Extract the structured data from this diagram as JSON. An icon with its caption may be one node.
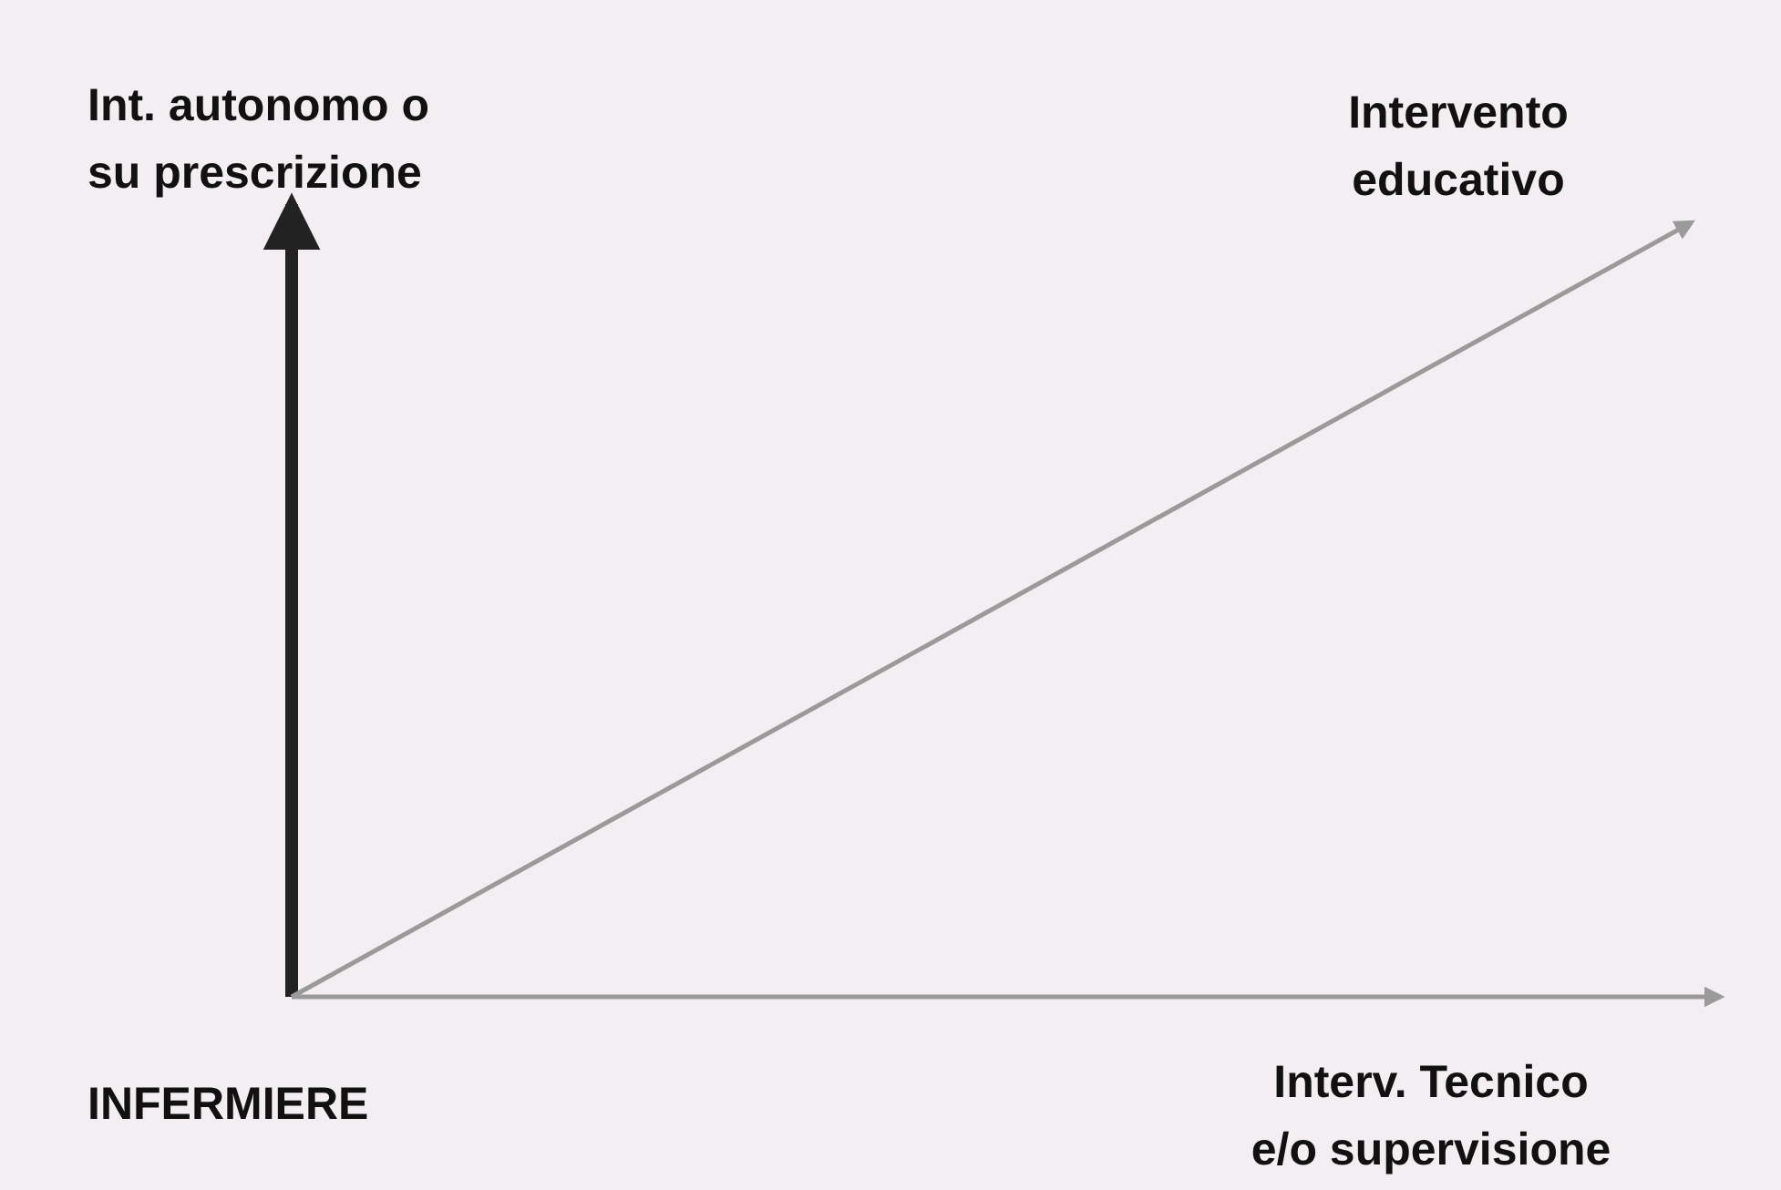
{
  "diagram": {
    "nodes": [
      {
        "text": [
          "INFERMIERE"
        ]
      },
      {
        "text": [
          "Int. autonomo o su prescrizione"
        ]
      },
      {
        "text": [
          "Intervento educativo"
        ]
      },
      {
        "text": [
          "Interv. Tecnico e/o supervisione"
        ]
      }
    ],
    "edges": [
      {
        "from": 0,
        "to": 1,
        "arrow": "to",
        "style": "thick",
        "color": "#222222"
      },
      {
        "from": 0,
        "to": 2,
        "arrow": "to"
      },
      {
        "from": 0,
        "to": 3,
        "arrow": "to"
      }
    ]
  }
}
